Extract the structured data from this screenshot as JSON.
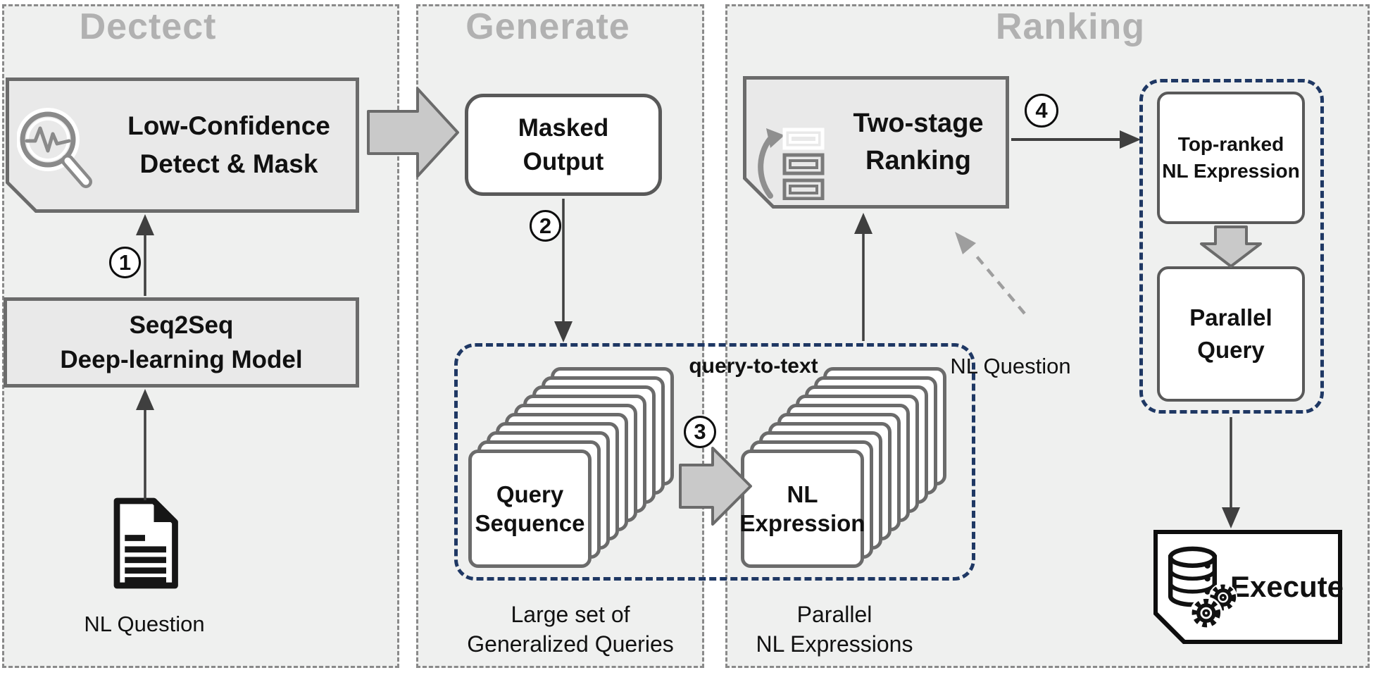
{
  "titles": {
    "detect": "Dectect",
    "generate": "Generate",
    "ranking": "Ranking"
  },
  "steps": {
    "s1": "1",
    "s2": "2",
    "s3": "3",
    "s4": "4"
  },
  "detect": {
    "low_confidence_box": "Low-Confidence\nDetect & Mask",
    "seq2seq_box": "Seq2Seq\nDeep-learning Model",
    "nl_question_label": "NL Question"
  },
  "generate": {
    "masked_output_box": "Masked\nOutput",
    "query_to_text_label": "query-to-text",
    "query_stack_label": "Query\nSequence",
    "large_set_caption": "Large set of\nGeneralized Queries"
  },
  "ranking": {
    "two_stage_box": "Two-stage\nRanking",
    "nl_expression_stack_label": "NL\nExpression",
    "parallel_caption": "Parallel\nNL Expressions",
    "nl_question_label": "NL Question",
    "top_ranked_box": "Top-ranked\nNL Expression",
    "parallel_query_box": "Parallel\nQuery",
    "execute_box": "Execute"
  },
  "icons": {
    "low_confidence": "waveform-magnifier-icon",
    "two_stage": "ranked-list-icon",
    "nl_question": "document-icon",
    "execute": "database-gears-icon"
  },
  "colors": {
    "panel_fill": "#eff0ef",
    "panel_border": "#8a8a8a",
    "title_gray": "#b1b1b1",
    "box_fill": "#e9e9e9",
    "box_border": "#6b6b6b",
    "navy_dashed": "#1f3864",
    "arrow_dark": "#3f3f3f",
    "block_arrow_fill": "#c9c9c9",
    "dashed_arrow_gray": "#9e9e9e",
    "black": "#0d0d0d"
  }
}
